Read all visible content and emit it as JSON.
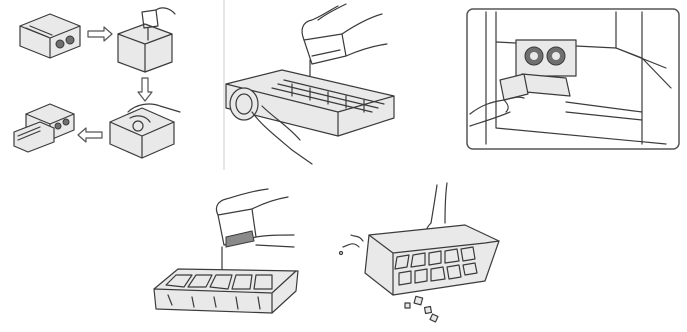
{
  "illustration": {
    "panels": [
      {
        "id": "dispenser-sequence",
        "description_icon": "ice-maker-removal-sequence-icon"
      },
      {
        "id": "pour-water-into-icemaker",
        "description_icon": "pour-water-icon"
      },
      {
        "id": "insert-ice-bin",
        "description_icon": "ice-bin-insert-icon"
      },
      {
        "id": "fill-ice-tray",
        "description_icon": "fill-tray-icon"
      },
      {
        "id": "twist-ice-tray",
        "description_icon": "twist-tray-icon"
      }
    ],
    "colors": {
      "line": "#3b3b3b",
      "fill": "#e9e9e9",
      "frame": "#555555",
      "background": "#ffffff"
    }
  }
}
